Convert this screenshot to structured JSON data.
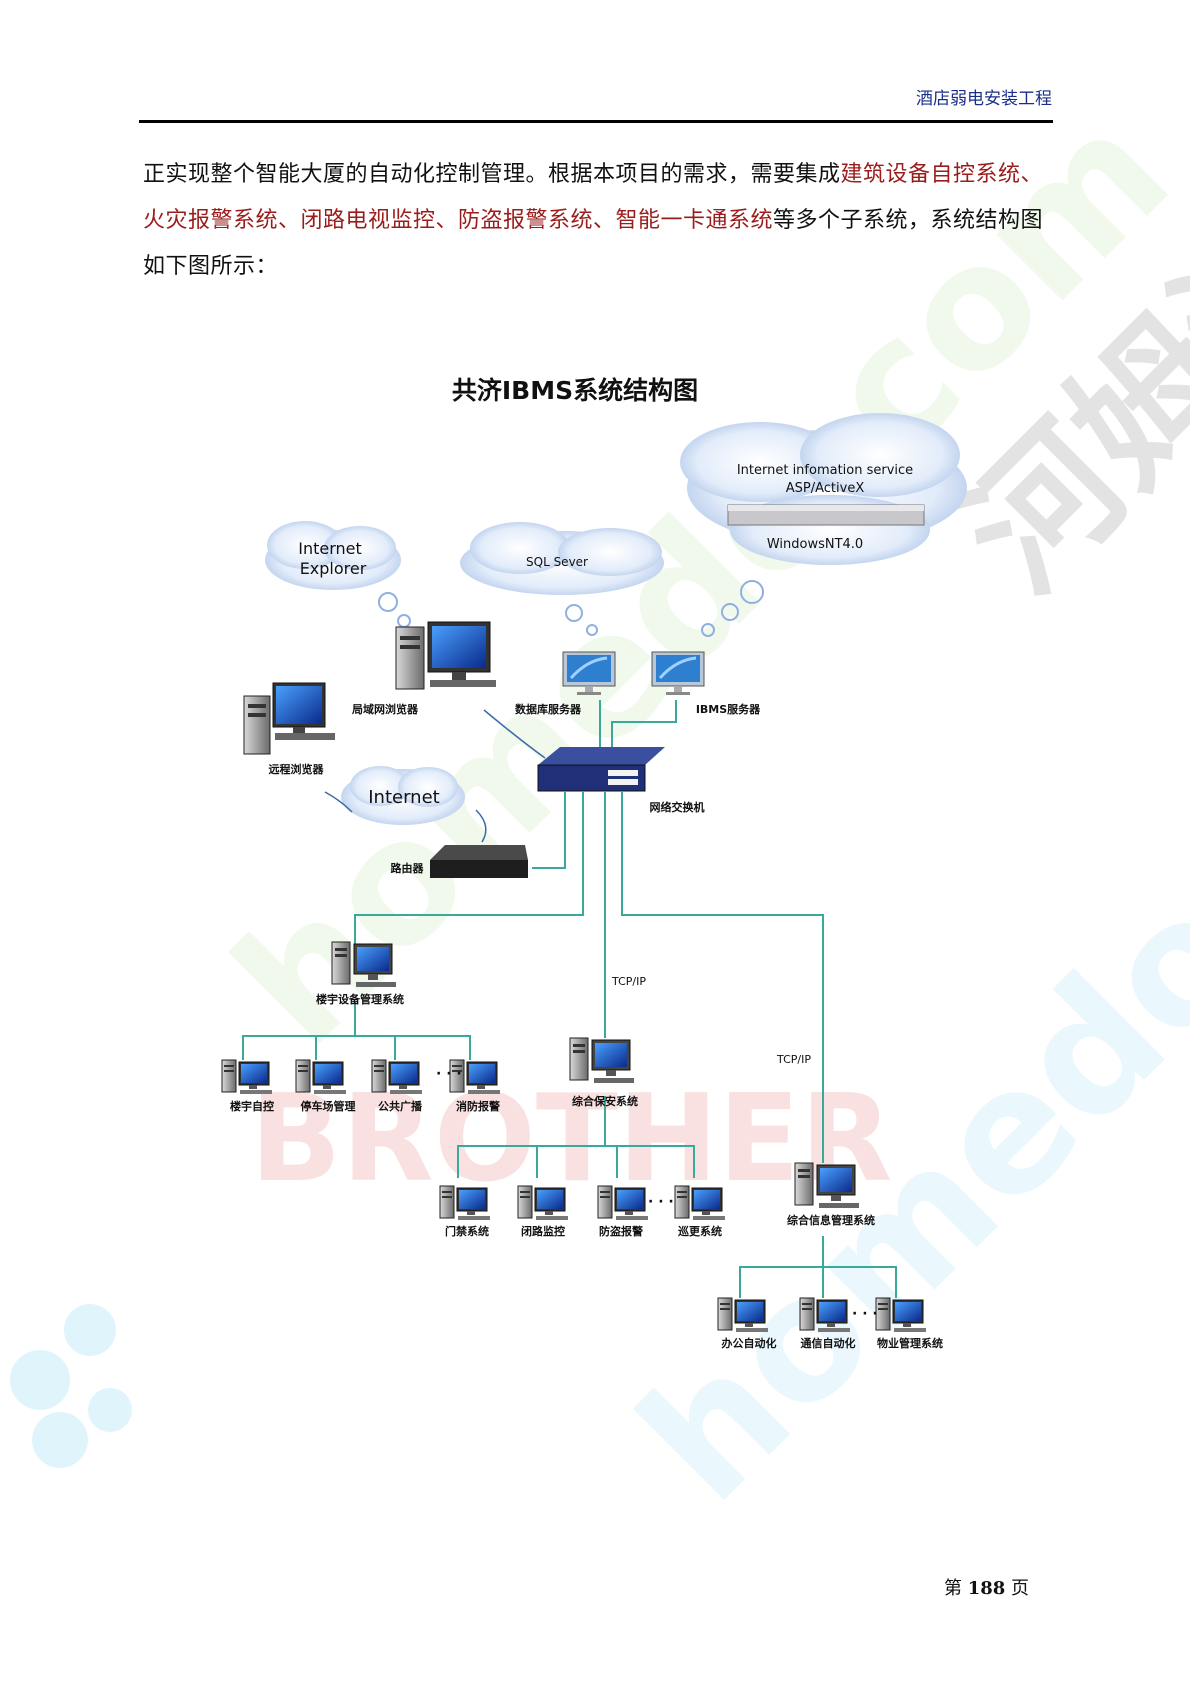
{
  "header": {
    "title": "酒店弱电安装工程"
  },
  "body": {
    "p1": "正实现整个智能大厦的自动化控制管理。根据本项目的需求，需要集成",
    "h1": "建筑设备自控系统、火灾报警系统、闭路电视监控、防盗报警系统、智能一卡通系统",
    "p2": "等多个子系统，系统结构图如下图所示："
  },
  "diagram": {
    "title": "共济IBMS系统结构图",
    "cloud_ie": [
      "Internet",
      "Explorer"
    ],
    "cloud_sql": "SQL Sever",
    "cloud_iis": [
      "Internet infomation service",
      "ASP/ActiveX",
      "WindowsNT4.0"
    ],
    "cloud_internet": "Internet",
    "labels": {
      "lan_browser": "局域网浏览器",
      "remote_browser": "远程浏览器",
      "db_server": "数据库服务器",
      "ibms_server": "IBMS服务器",
      "switch": "网络交换机",
      "router": "路由器",
      "bms": "楼宇设备管理系统",
      "tcpip_1": "TCP/IP",
      "tcpip_2": "TCP/IP",
      "security": "综合保安系统",
      "info_mgmt": "综合信息管理系统"
    },
    "bms_children": [
      "楼宇自控",
      "停车场管理",
      "公共广播",
      "消防报警"
    ],
    "security_children": [
      "门禁系统",
      "闭路监控",
      "防盗报警",
      "巡更系统"
    ],
    "info_children": [
      "办公自动化",
      "通信自动化",
      "物业管理系统"
    ]
  },
  "footer": {
    "prefix": "第",
    "page": "188",
    "suffix": "页"
  }
}
